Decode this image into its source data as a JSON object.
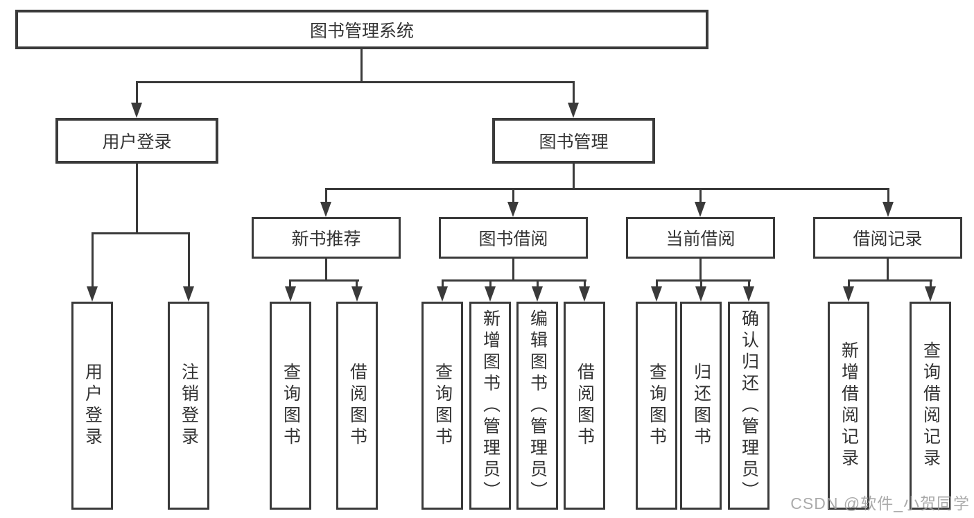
{
  "nodes": {
    "root": "图书管理系统",
    "level2": [
      "用户登录",
      "图书管理"
    ],
    "level3": [
      "新书推荐",
      "图书借阅",
      "当前借阅",
      "借阅记录"
    ],
    "leaves_user_login": [
      "用户登录",
      "注销登录"
    ],
    "leaves_new_book": [
      "查询图书",
      "借阅图书"
    ],
    "leaves_book_borrow": [
      "查询图书",
      "新增图书（管理员）",
      "编辑图书（管理员）",
      "借阅图书"
    ],
    "leaves_current_borrow": [
      "查询图书",
      "归还图书",
      "确认归还（管理员）"
    ],
    "leaves_borrow_records": [
      "新增借阅记录",
      "查询借阅记录"
    ]
  },
  "watermark": "CSDN @软件_小贺同学",
  "colors": {
    "line": "#3a3a3a",
    "text": "#333333",
    "watermark": "#9c9c9c",
    "background": "#ffffff"
  }
}
